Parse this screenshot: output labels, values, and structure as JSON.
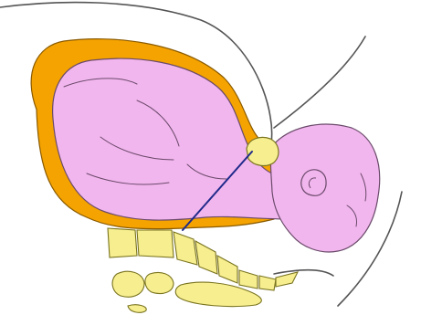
{
  "diagram": {
    "type": "anatomical-illustration",
    "labels": [],
    "colors": {
      "background": "#ffffff",
      "outline": "#555555",
      "uterus_wall": "#f5a300",
      "fetus": "#f2b6ee",
      "bone": "#f6ee8f",
      "diameter_line": "#1f2a8a"
    },
    "parts": [
      "maternal-body-outline",
      "uterine-wall",
      "fetal-body",
      "fetal-head",
      "fetal-ear",
      "pubic-symphysis",
      "sacrum",
      "coccyx",
      "pelvic-diameter-line"
    ]
  }
}
